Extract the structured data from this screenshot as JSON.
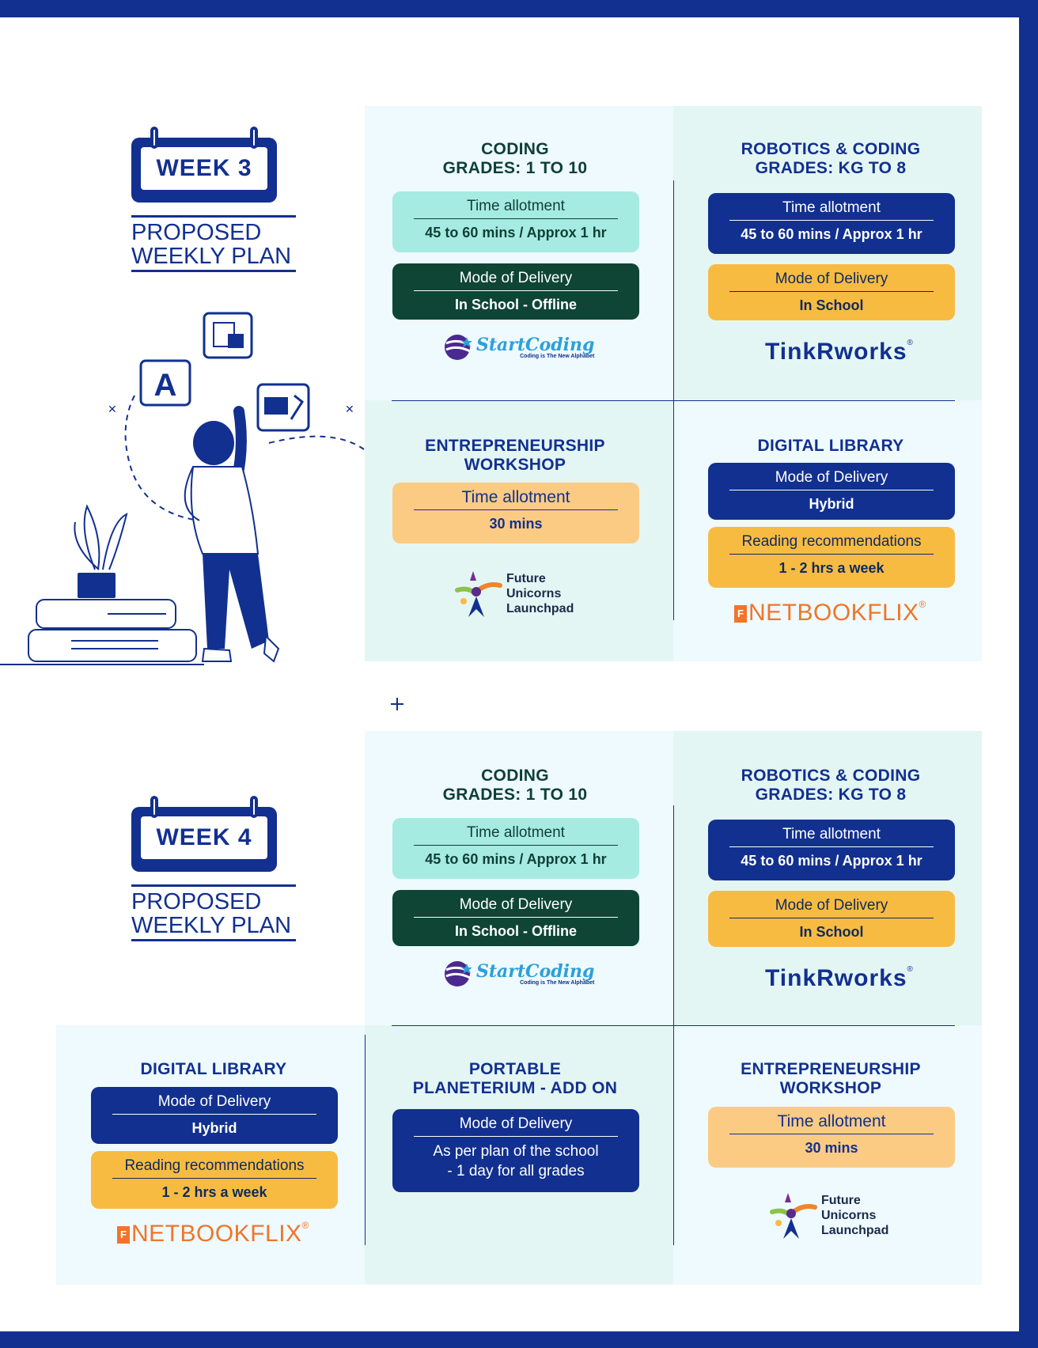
{
  "week3": {
    "label": "WEEK 3",
    "plan_line1": "PROPOSED",
    "plan_line2": "WEEKLY PLAN",
    "coding": {
      "title1": "CODING",
      "title2": "GRADES: 1 TO 10",
      "time_label": "Time allotment",
      "time_value": "45 to 60 mins / Approx 1 hr",
      "mode_label": "Mode of Delivery",
      "mode_value": "In School - Offline"
    },
    "robotics": {
      "title1": "ROBOTICS & CODING",
      "title2": "GRADES: KG TO 8",
      "time_label": "Time allotment",
      "time_value": "45 to 60 mins / Approx 1 hr",
      "mode_label": "Mode of Delivery",
      "mode_value": "In School"
    },
    "entrepreneurship": {
      "title1": "ENTREPRENEURSHIP",
      "title2": "WORKSHOP",
      "time_label": "Time allotment",
      "time_value": "30 mins"
    },
    "library": {
      "title": "DIGITAL LIBRARY",
      "mode_label": "Mode of Delivery",
      "mode_value": "Hybrid",
      "reading_label": "Reading recommendations",
      "reading_value": "1 - 2 hrs a week"
    }
  },
  "week4": {
    "label": "WEEK 4",
    "plan_line1": "PROPOSED",
    "plan_line2": "WEEKLY PLAN",
    "coding": {
      "title1": "CODING",
      "title2": "GRADES: 1 TO 10",
      "time_label": "Time allotment",
      "time_value": "45 to 60 mins / Approx 1 hr",
      "mode_label": "Mode of Delivery",
      "mode_value": "In School - Offline"
    },
    "robotics": {
      "title1": "ROBOTICS & CODING",
      "title2": "GRADES: KG TO 8",
      "time_label": "Time allotment",
      "time_value": "45 to 60 mins / Approx 1 hr",
      "mode_label": "Mode of Delivery",
      "mode_value": "In School"
    },
    "library": {
      "title": "DIGITAL LIBRARY",
      "mode_label": "Mode of Delivery",
      "mode_value": "Hybrid",
      "reading_label": "Reading recommendations",
      "reading_value": "1 - 2 hrs a week"
    },
    "planetarium": {
      "title1": "PORTABLE",
      "title2": "PLANETERIUM - ADD ON",
      "mode_label": "Mode of Delivery",
      "mode_value1": "As per plan of the school",
      "mode_value2": "- 1 day for all grades"
    },
    "entrepreneurship": {
      "title1": "ENTREPRENEURSHIP",
      "title2": "WORKSHOP",
      "time_label": "Time allotment",
      "time_value": "30 mins"
    }
  },
  "logos": {
    "startcoding": "StartCoding",
    "startcoding_tagline": "Coding is The New Alphabet",
    "tinkrworks": "TinkRworks",
    "tinkrworks_reg": "®",
    "netbookflix_mark": "F",
    "netbookflix": "NETBOOKFLIX",
    "netbookflix_reg": "®",
    "futureunicorns_1": "Future",
    "futureunicorns_2": "Unicorns",
    "futureunicorns_3": "Launchpad"
  },
  "illustration": {
    "letter_block": "A"
  },
  "colors": {
    "navy": "#12308f",
    "aqua": "#a6ebe2",
    "dark_green": "#0e4535",
    "yellow": "#f8bb42",
    "peach": "#fbcb84",
    "panel_light": "#eefafd",
    "panel_mint": "#e4f6f4",
    "netbookflix_orange": "#f0752a",
    "startcoding_blue": "#2e9fd8"
  }
}
